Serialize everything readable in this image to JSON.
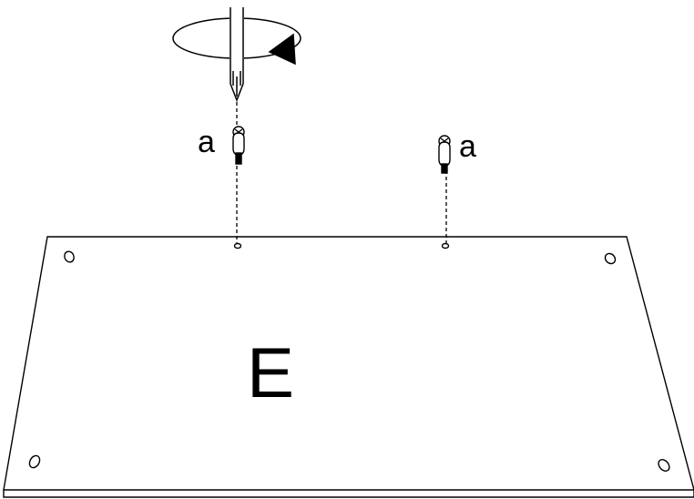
{
  "panel": {
    "label": "E"
  },
  "screws": [
    {
      "label": "a"
    },
    {
      "label": "a"
    }
  ],
  "colors": {
    "line": "#000000",
    "background": "#ffffff"
  }
}
